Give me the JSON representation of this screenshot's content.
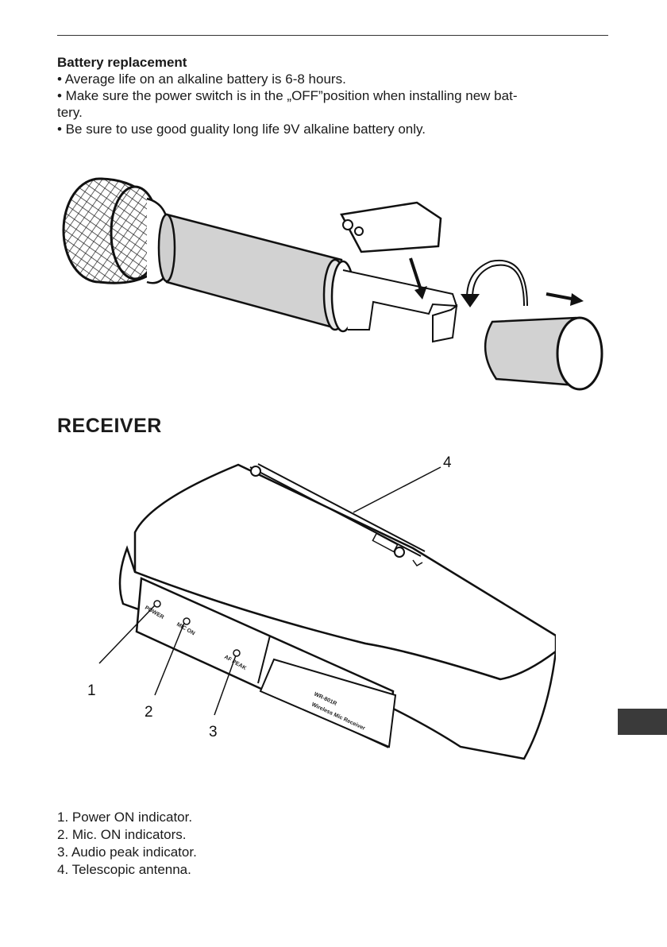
{
  "battery": {
    "heading": "Battery replacement",
    "bullets": [
      "• Average life on an alkaline battery is 6-8 hours.",
      "• Make sure the power switch is in the „OFF”position when installing new bat-",
      "tery.",
      "• Be sure to use good guality long life 9V alkaline battery only."
    ]
  },
  "receiver": {
    "title": "RECEIVER",
    "callouts": [
      "1",
      "2",
      "3",
      "4"
    ],
    "panel_labels": {
      "power": "POWER",
      "mic_on": "MIC ON",
      "af_peak": "AF PEAK",
      "model": "WR-801R",
      "model_sub": "Wireless Mic Receiver"
    },
    "legend": [
      "1. Power ON indicator.",
      "2. Mic. ON indicators.",
      "3. Audio peak indicator.",
      "4. Telescopic antenna."
    ]
  }
}
